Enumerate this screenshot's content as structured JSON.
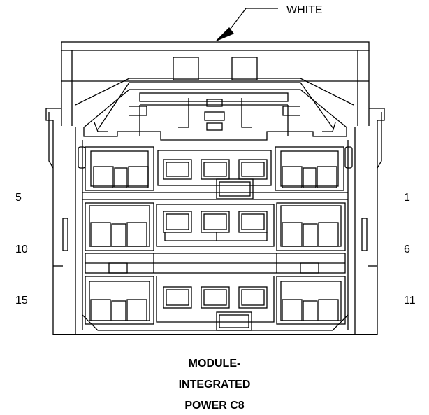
{
  "wire_color_label": "WHITE",
  "pin_labels": {
    "left_top": "5",
    "left_middle": "10",
    "left_bottom": "15",
    "right_top": "1",
    "right_middle": "6",
    "right_bottom": "11"
  },
  "caption": {
    "line1": "MODULE-",
    "line2": "INTEGRATED",
    "line3": "POWER C8"
  },
  "colors": {
    "line": "#000000",
    "background": "#ffffff"
  }
}
